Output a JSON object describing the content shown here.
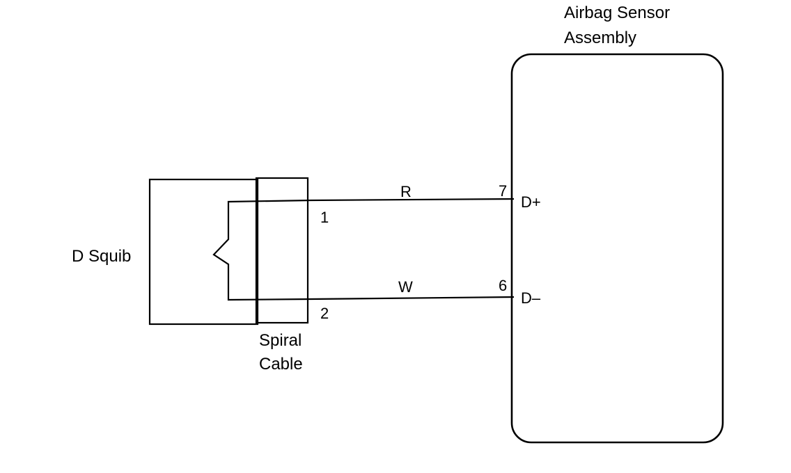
{
  "diagram": {
    "sensor": {
      "title_line1": "Airbag Sensor",
      "title_line2": "Assembly",
      "pin_d_plus": "D+",
      "pin_d_minus": "D–"
    },
    "squib": {
      "label": "D Squib"
    },
    "spiral_cable": {
      "label_line1": "Spiral",
      "label_line2": "Cable",
      "terminal_1": "1",
      "terminal_2": "2"
    },
    "wires": {
      "top_color": "R",
      "bottom_color": "W",
      "top_pin": "7",
      "bottom_pin": "6"
    }
  }
}
